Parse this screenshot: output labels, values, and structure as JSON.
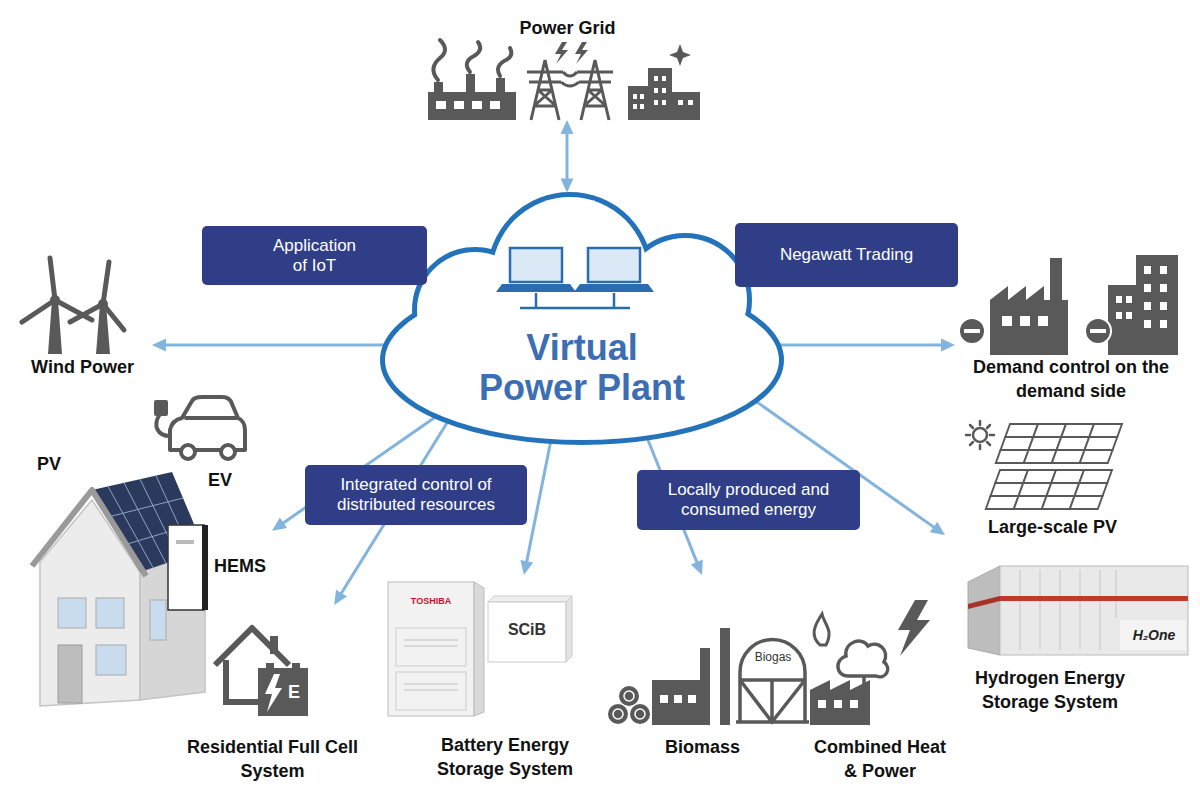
{
  "diagram": {
    "nodes": [
      {
        "text": [
          "Power Grid"
        ]
      },
      {
        "text": [
          "Application of IoT"
        ]
      },
      {
        "text": [
          "Virtual Power Plant"
        ]
      },
      {
        "text": [
          "Negawatt Trading"
        ]
      },
      {
        "text": [
          "Wind Power"
        ]
      },
      {
        "text": [
          "Demand control on the demand side"
        ]
      },
      {
        "text": [
          "EV"
        ]
      },
      {
        "text": [
          "Integrated control of distributed resources"
        ]
      },
      {
        "text": [
          "Locally produced and consumed energy"
        ]
      },
      {
        "text": [
          "PV"
        ]
      },
      {
        "text": [
          "Large-scale PV"
        ]
      },
      {
        "text": [
          "HEMS"
        ]
      },
      {
        "text": [
          "Residential Full Cell System"
        ]
      },
      {
        "text": [
          "Battery Energy Storage System"
        ]
      },
      {
        "text": [
          "Biomass"
        ]
      },
      {
        "text": [
          "Combined Heat & Power"
        ]
      },
      {
        "text": [
          "Hydrogen Energy Storage System"
        ]
      }
    ],
    "edges": [
      {
        "from": 2,
        "to": 0,
        "arrow": "both"
      },
      {
        "from": 2,
        "to": 4,
        "arrow": "to"
      },
      {
        "from": 2,
        "to": 5,
        "arrow": "to"
      },
      {
        "from": 2,
        "to": 11,
        "arrow": "to"
      },
      {
        "from": 2,
        "to": 12,
        "arrow": "to"
      },
      {
        "from": 2,
        "to": 13,
        "arrow": "to"
      },
      {
        "from": 2,
        "to": 14,
        "arrow": "to"
      },
      {
        "from": 2,
        "to": 10,
        "arrow": "to"
      }
    ],
    "labels": [
      "TOSHIBA",
      "SCiB",
      "H₂One",
      "Biogas",
      "E"
    ]
  }
}
